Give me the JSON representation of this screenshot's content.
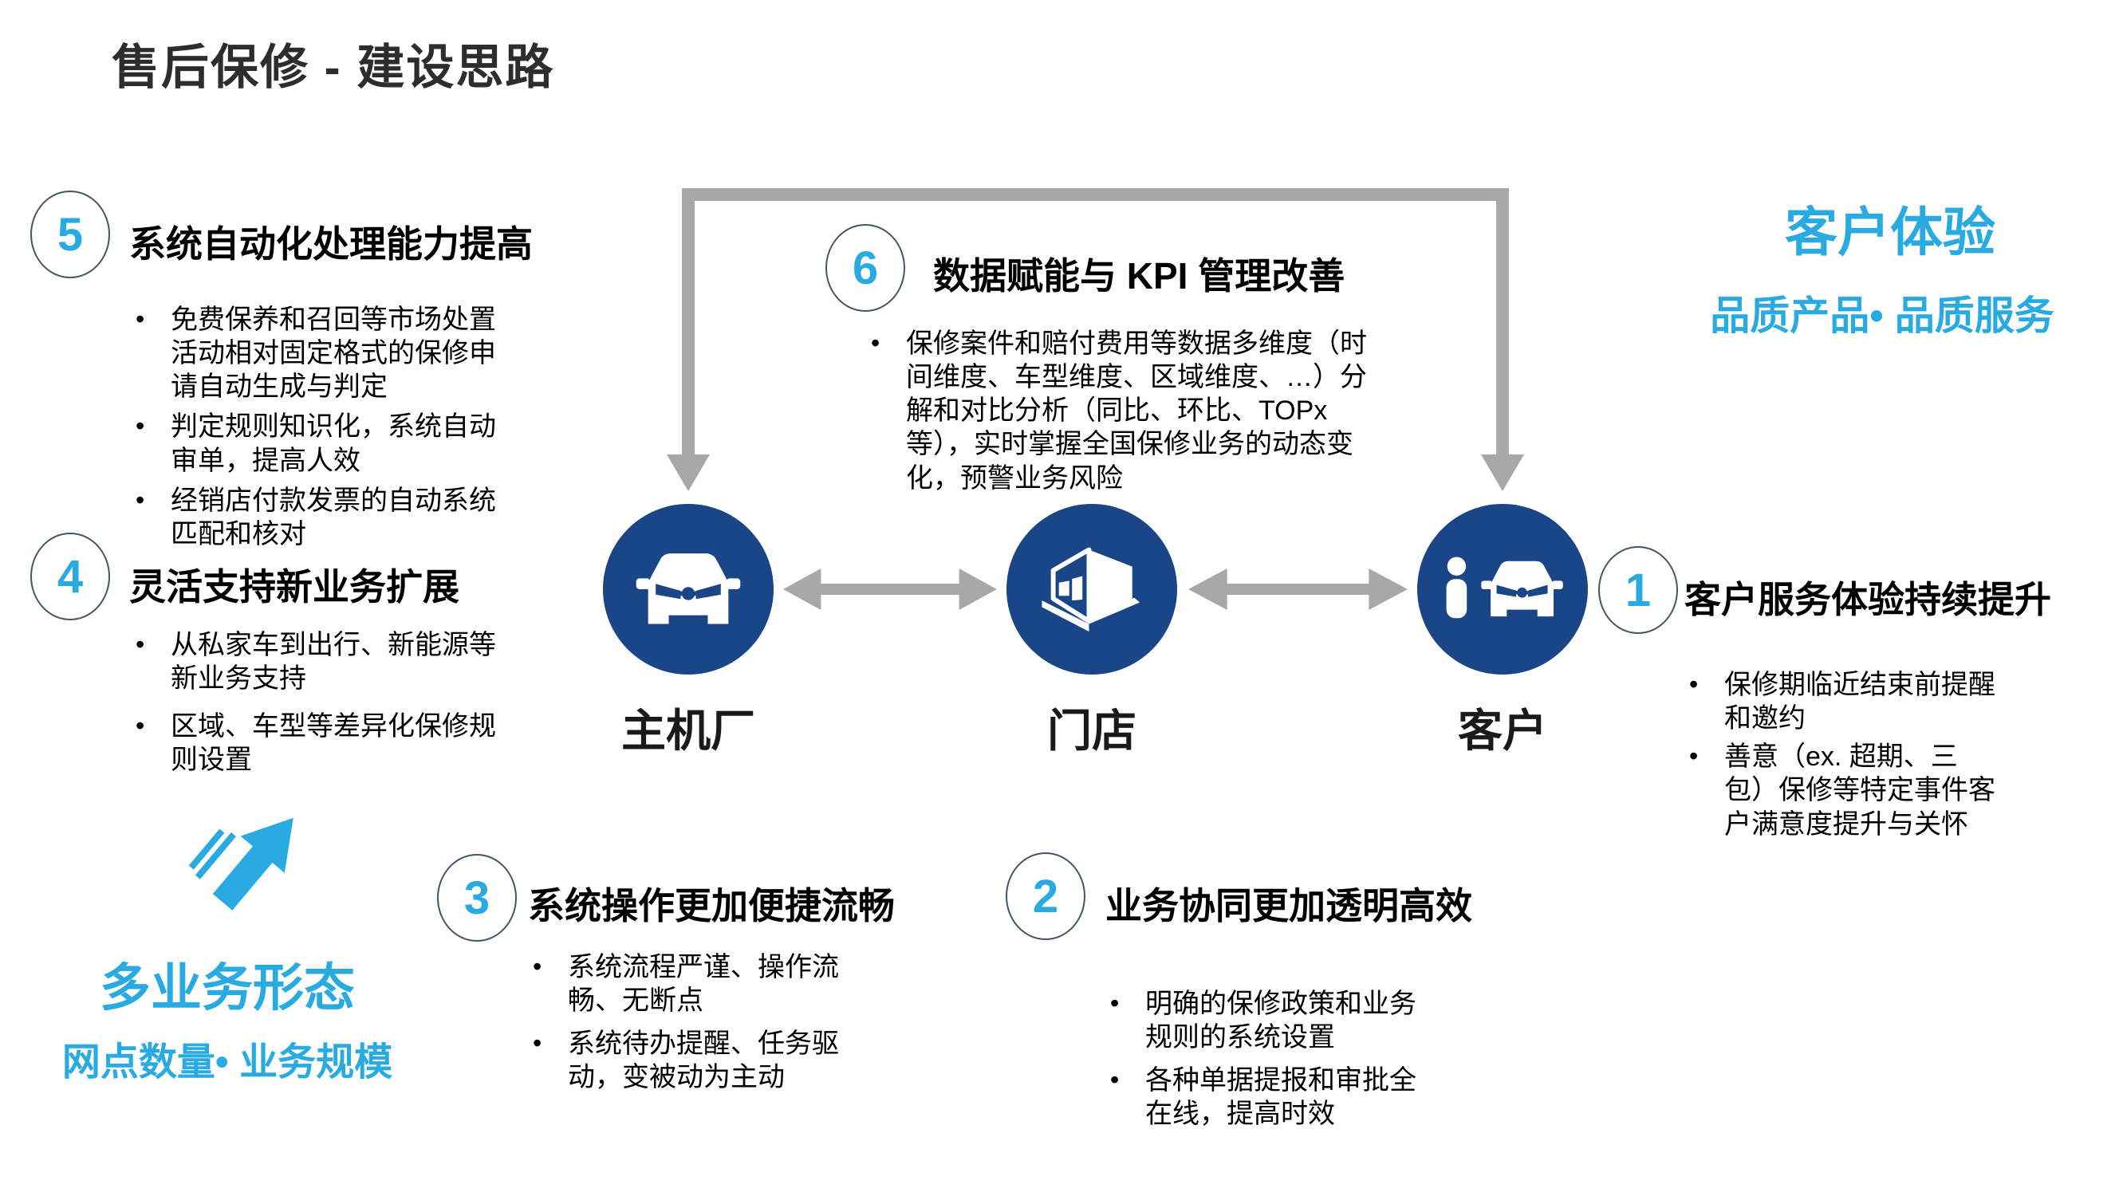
{
  "slide": {
    "title": "售后保修 - 建设思路"
  },
  "colors": {
    "navy": "#1A4586",
    "cyan": "#29ABE2",
    "arrow_gray": "#A8A8A8"
  },
  "nodes": {
    "oem": {
      "label": "主机厂",
      "icon": "car-front-icon"
    },
    "store": {
      "label": "门店",
      "icon": "storefront-icon"
    },
    "customer": {
      "label": "客户",
      "icon": "person-car-icon"
    }
  },
  "sections": {
    "s1": {
      "num": "1",
      "heading": "客户服务体验持续提升",
      "bullets": [
        "保修期临近结束前提醒\n和邀约",
        "善意（ex. 超期、三\n包）保修等特定事件客\n户满意度提升与关怀"
      ]
    },
    "s2": {
      "num": "2",
      "heading": "业务协同更加透明高效",
      "bullets": [
        "明确的保修政策和业务\n规则的系统设置",
        "各种单据提报和审批全\n在线，提高时效"
      ]
    },
    "s3": {
      "num": "3",
      "heading": "系统操作更加便捷流畅",
      "bullets": [
        "系统流程严谨、操作流\n畅、无断点",
        "系统待办提醒、任务驱\n动，变被动为主动"
      ]
    },
    "s4": {
      "num": "4",
      "heading": "灵活支持新业务扩展",
      "bullets": [
        "从私家车到出行、新能源等\n新业务支持",
        "区域、车型等差异化保修规\n则设置"
      ]
    },
    "s5": {
      "num": "5",
      "heading": "系统自动化处理能力提高",
      "bullets": [
        "免费保养和召回等市场处置\n活动相对固定格式的保修申\n请自动生成与判定",
        "判定规则知识化，系统自动\n审单，提高人效",
        "经销店付款发票的自动系统\n匹配和核对"
      ]
    },
    "s6": {
      "num": "6",
      "heading": "数据赋能与 KPI 管理改善",
      "bullets": [
        "保修案件和赔付费用等数据多维度（时\n间维度、车型维度、区域维度、…）分\n解和对比分析（同比、环比、TOPx\n等），实时掌握全国保修业务的动态变\n化，预警业务风险"
      ]
    }
  },
  "customer_experience": {
    "title": "客户体验",
    "subtitle": "品质产品• 品质服务"
  },
  "multi_business": {
    "title": "多业务形态",
    "subtitle": "网点数量• 业务规模"
  }
}
